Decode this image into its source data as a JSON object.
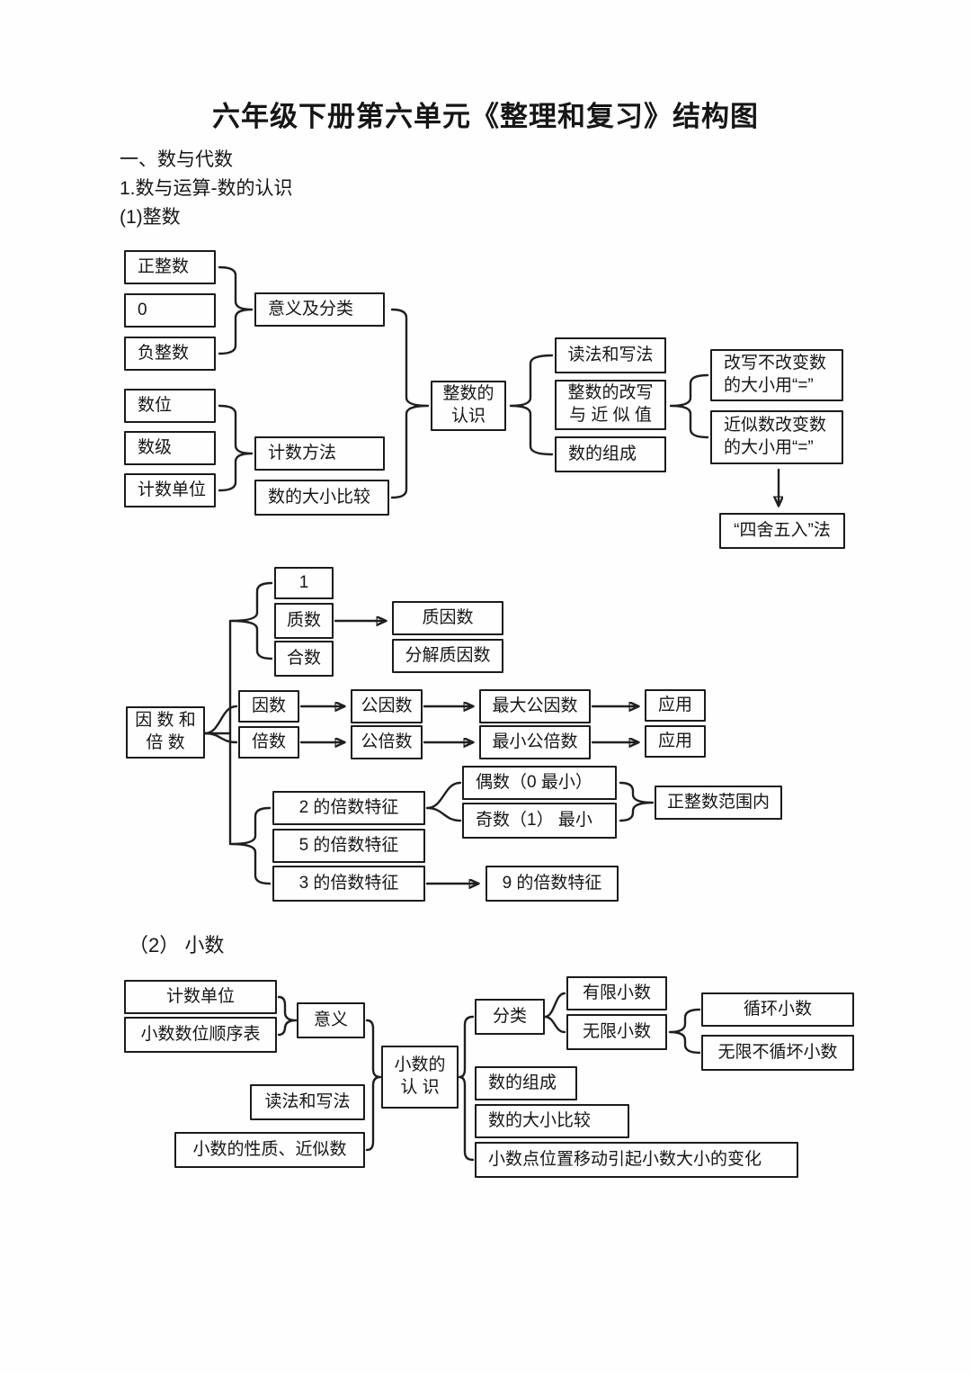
{
  "colors": {
    "ink": "#1f1f1f",
    "paper": "#fefefe"
  },
  "headings": {
    "title": "六年级下册第六单元《整理和复习》结构图",
    "section1": "一、数与代数",
    "section1_sub": "1.数与运算-数的认识",
    "section1_item": "(1)整数",
    "section2_item": "（2） 小数"
  },
  "nodes": {
    "positive_integer": "正整数",
    "zero": "0",
    "negative_integer": "负整数",
    "meaning_classification": "意义及分类",
    "digit_position": "数位",
    "digit_level": "数级",
    "counting_unit": "计数单位",
    "counting_method": "计数方法",
    "number_size_compare": "数的大小比较",
    "integer_recognition": "整数的\n认识",
    "reading_writing": "读法和写法",
    "rewrite_approx": "整数的改写\n与 近 似 值",
    "number_composition": "数的组成",
    "rewrite_equal": "改写不改变数\n的大小用“=”",
    "approx_equal": "近似数改变数\n的大小用“=”",
    "rounding_method": "“四舍五入”法",
    "one": "1",
    "prime": "质数",
    "composite": "合数",
    "prime_factor": "质因数",
    "prime_factorization": "分解质因数",
    "factor_and_multiple": "因 数 和\n倍    数",
    "factor": "因数",
    "multiple": "倍数",
    "common_factor": "公因数",
    "common_multiple": "公倍数",
    "greatest_common_factor": "最大公因数",
    "least_common_multiple": "最小公倍数",
    "apply_1": "应用",
    "apply_2": "应用",
    "feature_2": "2 的倍数特征",
    "feature_5": "5 的倍数特征",
    "feature_3": "3 的倍数特征",
    "feature_9": "9 的倍数特征",
    "even": "偶数（0 最小）",
    "odd": "奇数（1） 最小",
    "positive_range": "正整数范围内",
    "decimal_counting_unit": "计数单位",
    "decimal_order_table": "小数数位顺序表",
    "decimal_meaning": "意义",
    "decimal_reading_writing": "读法和写法",
    "decimal_property": "小数的性质、近似数",
    "decimal_recognition": "小数的\n认   识",
    "classification": "分类",
    "finite_decimal": "有限小数",
    "infinite_decimal": "无限小数",
    "repeating_decimal": "循环小数",
    "non_repeating_decimal": "无限不循坏小数",
    "decimal_composition": "数的组成",
    "decimal_size_compare": "数的大小比较",
    "decimal_point_move": "小数点位置移动引起小数大小的变化"
  }
}
